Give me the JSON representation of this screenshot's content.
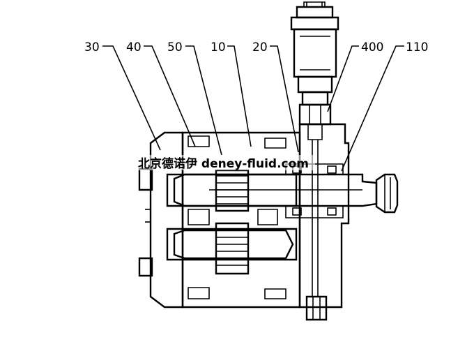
{
  "labels": {
    "l30": "30",
    "l40": "40",
    "l50": "50",
    "l10": "10",
    "l20": "20",
    "l400": "400",
    "l110": "110"
  },
  "watermark": "北京德诺伊 deney-fluid.com",
  "colors": {
    "ink": "#000000",
    "paper": "#ffffff"
  }
}
